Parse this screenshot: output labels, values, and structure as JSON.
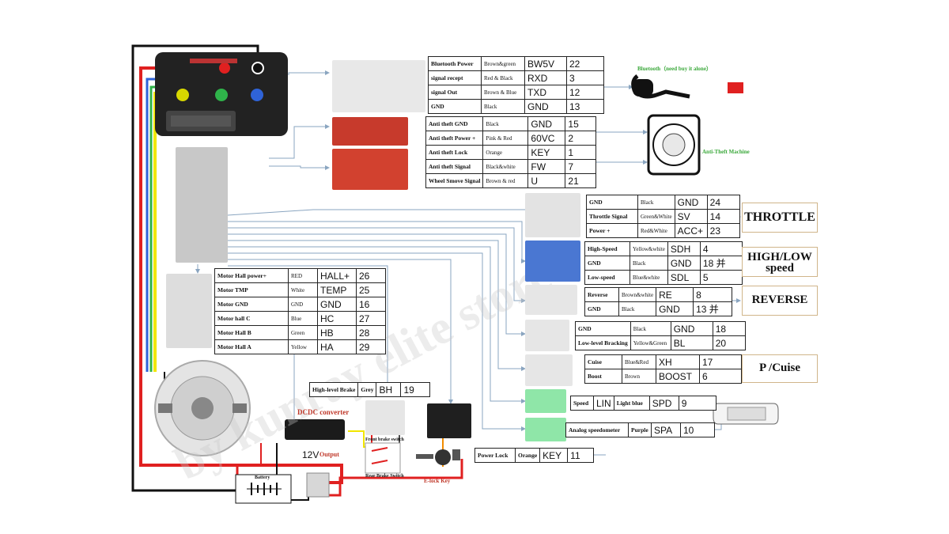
{
  "colors": {
    "red": "#e02020",
    "black": "#111111",
    "yellow": "#f2e600",
    "green": "#2fb34a",
    "blue": "#2f63d8",
    "arrow": "#8aa5c0",
    "box_border": "#d0b58a",
    "ble_green": "#3aa83a"
  },
  "watermark": "by kunray elite store",
  "bluetooth": {
    "title": "Bluetooth（need buy it alone）",
    "rows": [
      {
        "label": "Bluetooth Power",
        "color": "Brown&green",
        "signal": "BW5V",
        "pin": "22"
      },
      {
        "label": "signal recept",
        "color": "Red & Black",
        "signal": "RXD",
        "pin": "3"
      },
      {
        "label": "signal Out",
        "color": "Brown & Blue",
        "signal": "TXD",
        "pin": "12"
      },
      {
        "label": "GND",
        "color": "Black",
        "signal": "GND",
        "pin": "13"
      }
    ]
  },
  "antitheft": {
    "title": "Anti-Theft Machine",
    "rows": [
      {
        "label": "Anti theft GND",
        "color": "Black",
        "signal": "GND",
        "pin": "15"
      },
      {
        "label": "Anti theft Power +",
        "color": "Pink & Red",
        "signal": "60VC",
        "pin": "2"
      },
      {
        "label": "Anti theft Lock",
        "color": "Orange",
        "signal": "KEY",
        "pin": "1"
      },
      {
        "label": "Anti theft Signal",
        "color": "Black&white",
        "signal": "FW",
        "pin": "7"
      },
      {
        "label": "Wheel Smove Signal",
        "color": "Brown & red",
        "signal": "U",
        "pin": "21"
      }
    ]
  },
  "throttle": {
    "title": "THROTTLE",
    "rows": [
      {
        "label": "GND",
        "color": "Black",
        "signal": "GND",
        "pin": "24"
      },
      {
        "label": "Throttle Signal",
        "color": "Green&White",
        "signal": "SV",
        "pin": "14"
      },
      {
        "label": "Power +",
        "color": "Red&White",
        "signal": "ACC+",
        "pin": "23"
      }
    ]
  },
  "highlow": {
    "title_line1": "HIGH/LOW",
    "title_line2": "speed",
    "rows": [
      {
        "label": "High-Speed",
        "color": "Yellow&white",
        "signal": "SDH",
        "pin": "4"
      },
      {
        "label": "GND",
        "color": "Black",
        "signal": "GND",
        "pin": "18 并"
      },
      {
        "label": "Low-speed",
        "color": "Blue&white",
        "signal": "SDL",
        "pin": "5"
      }
    ]
  },
  "reverse": {
    "title": "REVERSE",
    "rows": [
      {
        "label": "Reverse",
        "color": "Brown&white",
        "signal": "RE",
        "pin": "8"
      },
      {
        "label": "GND",
        "color": "Black",
        "signal": "GND",
        "pin": "13 并"
      }
    ]
  },
  "brake_low": {
    "rows": [
      {
        "label": "GND",
        "color": "Black",
        "signal": "GND",
        "pin": "18"
      },
      {
        "label": "Low-level Bracking",
        "color": "Yellow&Green",
        "signal": "BL",
        "pin": "20"
      }
    ]
  },
  "cruise": {
    "title": "P /Cuise",
    "rows": [
      {
        "label": "Cuise",
        "color": "Blue&Red",
        "signal": "XH",
        "pin": "17"
      },
      {
        "label": "Boost",
        "color": "Brown",
        "signal": "BOOST",
        "pin": "6"
      }
    ]
  },
  "speed": {
    "label": "Speed",
    "signal": "LIN",
    "color": "Light blue",
    "signal2": "SPD",
    "pin": "9"
  },
  "analog": {
    "label": "Analog speedometer",
    "color": "Purple",
    "signal": "SPA",
    "pin": "10"
  },
  "powerlock": {
    "label": "Power Lock",
    "color": "Orange",
    "signal": "KEY",
    "pin": "11"
  },
  "highbrake": {
    "label": "High-level Brake",
    "color": "Grey",
    "signal": "BH",
    "pin": "19"
  },
  "motor": {
    "rows": [
      {
        "label": "Motor Hall power+",
        "color": "RED",
        "signal": "HALL+",
        "pin": "26"
      },
      {
        "label": "Motor TMP",
        "color": "White",
        "signal": "TEMP",
        "pin": "25"
      },
      {
        "label": "Motor GND",
        "color": "GND",
        "signal": "GND",
        "pin": "16"
      },
      {
        "label": "Motor hall C",
        "color": "Blue",
        "signal": "HC",
        "pin": "27"
      },
      {
        "label": "Motor Hall B",
        "color": "Green",
        "signal": "HB",
        "pin": "28"
      },
      {
        "label": "Motor Hall A",
        "color": "Yellow",
        "signal": "HA",
        "pin": "29"
      }
    ]
  },
  "dcdc": {
    "label": "DCDC converter",
    "output": "12V",
    "output_suffix": "Output"
  },
  "brake_switch": {
    "front": "Front brake switch",
    "rear": "Rear Brake Switch"
  },
  "elock": "E-lock Key",
  "battery": "Battery"
}
